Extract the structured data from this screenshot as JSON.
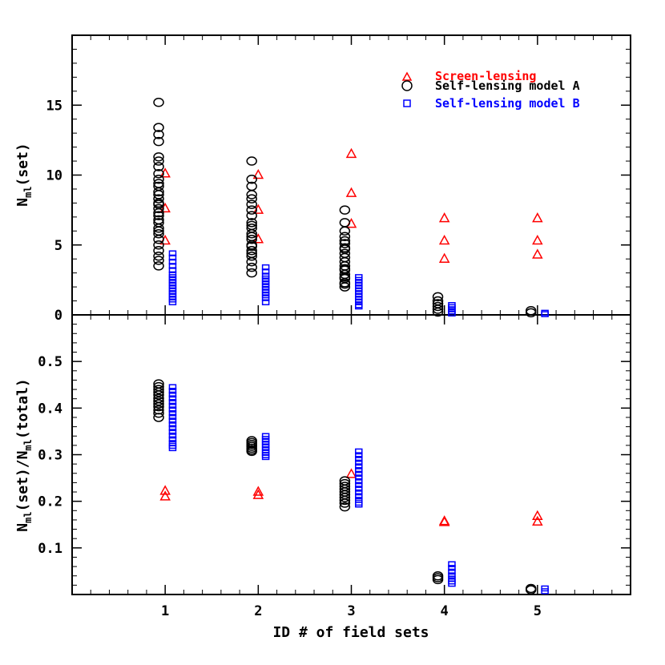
{
  "colors": {
    "screen": "#ff0000",
    "selfA": "#000000",
    "selfB": "#0000ff"
  },
  "xaxis": {
    "label": "ID # of field sets",
    "ticks": [
      "1",
      "2",
      "3",
      "4",
      "5"
    ],
    "xlim": [
      0,
      6
    ]
  },
  "legend": {
    "placement": "top-right",
    "items": [
      {
        "label": "Screen-lensing",
        "marker": "triangle",
        "color": "#ff0000"
      },
      {
        "label": "Self-lensing model A",
        "marker": "circle",
        "color": "#000000"
      },
      {
        "label": "Self-lensing model B",
        "marker": "square",
        "color": "#0000ff"
      }
    ]
  },
  "top_panel": {
    "ylabel_main": "N",
    "ylabel_sub": "ml",
    "ylabel_rest": "(set)"
  },
  "bottom_panel": {
    "ylabel_parts": [
      "N",
      "ml",
      "(set)/N",
      "ml",
      "(total)"
    ]
  },
  "chart_data": [
    {
      "type": "scatter",
      "panel": "top",
      "ylim": [
        0,
        20
      ],
      "yticks": [
        "0",
        "5",
        "10",
        "15"
      ],
      "series": [
        {
          "name": "Screen-lensing",
          "marker": "triangle",
          "x": [
            1.0,
            1.0,
            1.0,
            2.0,
            2.0,
            2.0,
            3.0,
            3.0,
            3.0,
            4.0,
            4.0,
            4.0,
            5.0,
            5.0,
            5.0
          ],
          "y": [
            10.1,
            7.6,
            5.3,
            10.0,
            7.5,
            5.4,
            11.5,
            8.7,
            6.5,
            6.9,
            5.3,
            4.0,
            6.9,
            5.3,
            4.3
          ]
        },
        {
          "name": "Self-lensing model A",
          "marker": "circle",
          "x": [
            1,
            1,
            1,
            1,
            1,
            1,
            1,
            1,
            1,
            1,
            1,
            1,
            1,
            1,
            1,
            1,
            1,
            1,
            1,
            1,
            1,
            1,
            1,
            1,
            1,
            1,
            1,
            1,
            1,
            1,
            2,
            2,
            2,
            2,
            2,
            2,
            2,
            2,
            2,
            2,
            2,
            2,
            2,
            2,
            2,
            2,
            2,
            2,
            2,
            2,
            2,
            2,
            3,
            3,
            3,
            3,
            3,
            3,
            3,
            3,
            3,
            3,
            3,
            3,
            3,
            3,
            3,
            3,
            3,
            3,
            3,
            3,
            4,
            4,
            4,
            4,
            4,
            4,
            5,
            5
          ],
          "y": [
            15.2,
            13.4,
            12.9,
            12.4,
            11.3,
            11.0,
            10.6,
            10.1,
            9.7,
            9.2,
            8.8,
            8.3,
            8.0,
            7.6,
            7.1,
            6.6,
            6.2,
            5.8,
            5.4,
            5.0,
            4.6,
            4.2,
            3.9,
            3.5,
            9.4,
            8.6,
            7.9,
            7.3,
            6.8,
            6.0,
            11.0,
            9.7,
            9.2,
            8.6,
            8.3,
            7.9,
            7.5,
            7.1,
            6.6,
            6.2,
            5.8,
            5.4,
            5.0,
            4.6,
            4.2,
            3.8,
            3.4,
            3.0,
            6.4,
            5.6,
            4.9,
            4.4,
            7.5,
            6.6,
            6.0,
            5.6,
            5.1,
            4.7,
            4.4,
            4.1,
            3.8,
            3.5,
            3.2,
            2.9,
            2.6,
            2.3,
            2.0,
            5.3,
            4.8,
            3.3,
            2.7,
            2.2,
            1.3,
            1.0,
            0.8,
            0.6,
            0.4,
            0.2,
            0.3,
            0.15
          ]
        },
        {
          "name": "Self-lensing model B",
          "marker": "square",
          "x": [
            1,
            1,
            1,
            1,
            1,
            1,
            1,
            1,
            1,
            1,
            1,
            1,
            1,
            1,
            1,
            1,
            2,
            2,
            2,
            2,
            2,
            2,
            2,
            2,
            2,
            2,
            2,
            2,
            3,
            3,
            3,
            3,
            3,
            3,
            3,
            3,
            3,
            3,
            3,
            3,
            4,
            4,
            4,
            4,
            4,
            5,
            5
          ],
          "y": [
            4.4,
            4.1,
            3.8,
            3.5,
            3.2,
            2.9,
            2.7,
            2.5,
            2.3,
            2.1,
            1.9,
            1.7,
            1.5,
            1.3,
            1.1,
            0.9,
            3.4,
            3.1,
            2.8,
            2.6,
            2.4,
            2.2,
            2.0,
            1.8,
            1.6,
            1.4,
            1.2,
            0.9,
            2.7,
            2.5,
            2.3,
            2.1,
            1.9,
            1.7,
            1.5,
            1.3,
            1.1,
            0.9,
            0.7,
            0.6,
            0.7,
            0.55,
            0.4,
            0.25,
            0.1,
            0.15,
            0.05
          ]
        }
      ]
    },
    {
      "type": "scatter",
      "panel": "bottom",
      "ylim": [
        0,
        0.6
      ],
      "yticks": [
        "0.1",
        "0.2",
        "0.3",
        "0.4",
        "0.5"
      ],
      "series": [
        {
          "name": "Screen-lensing",
          "marker": "triangle",
          "x": [
            1.0,
            1.0,
            2.0,
            2.0,
            3.0,
            4.0,
            4.0,
            5.0,
            5.0
          ],
          "y": [
            0.222,
            0.21,
            0.22,
            0.213,
            0.258,
            0.157,
            0.155,
            0.168,
            0.156
          ]
        },
        {
          "name": "Self-lensing model A",
          "marker": "circle",
          "x": [
            1,
            1,
            1,
            1,
            1,
            1,
            1,
            1,
            1,
            1,
            1,
            1,
            2,
            2,
            2,
            2,
            2,
            2,
            2,
            3,
            3,
            3,
            3,
            3,
            3,
            3,
            3,
            3,
            3,
            4,
            4,
            4,
            5,
            5
          ],
          "y": [
            0.452,
            0.446,
            0.44,
            0.434,
            0.428,
            0.421,
            0.415,
            0.409,
            0.403,
            0.396,
            0.389,
            0.38,
            0.33,
            0.326,
            0.322,
            0.318,
            0.314,
            0.31,
            0.307,
            0.244,
            0.238,
            0.232,
            0.226,
            0.22,
            0.214,
            0.208,
            0.202,
            0.196,
            0.188,
            0.04,
            0.036,
            0.032,
            0.013,
            0.01
          ]
        },
        {
          "name": "Self-lensing model B",
          "marker": "square",
          "x": [
            1,
            1,
            1,
            1,
            1,
            1,
            1,
            1,
            1,
            1,
            1,
            1,
            1,
            1,
            1,
            1,
            1,
            1,
            2,
            2,
            2,
            2,
            2,
            2,
            2,
            2,
            2,
            3,
            3,
            3,
            3,
            3,
            3,
            3,
            3,
            3,
            3,
            3,
            3,
            3,
            3,
            3,
            3,
            4,
            4,
            4,
            4,
            4,
            4,
            4,
            5,
            5
          ],
          "y": [
            0.445,
            0.437,
            0.429,
            0.421,
            0.413,
            0.405,
            0.397,
            0.389,
            0.381,
            0.373,
            0.365,
            0.357,
            0.349,
            0.341,
            0.333,
            0.325,
            0.319,
            0.314,
            0.34,
            0.334,
            0.328,
            0.322,
            0.316,
            0.31,
            0.304,
            0.299,
            0.295,
            0.307,
            0.299,
            0.291,
            0.283,
            0.275,
            0.267,
            0.259,
            0.251,
            0.243,
            0.235,
            0.227,
            0.219,
            0.211,
            0.203,
            0.197,
            0.193,
            0.065,
            0.057,
            0.049,
            0.041,
            0.034,
            0.028,
            0.023,
            0.013,
            0.007
          ]
        }
      ]
    }
  ]
}
